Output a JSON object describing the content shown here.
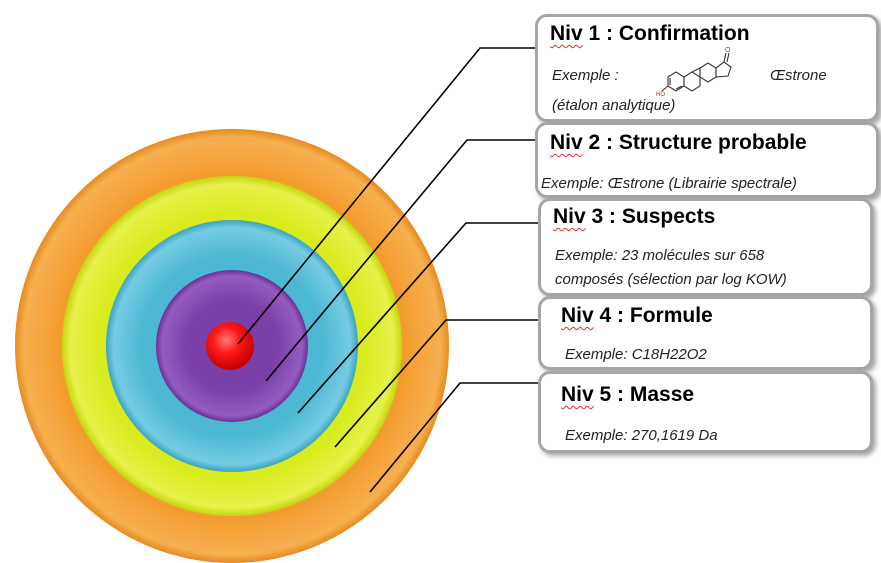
{
  "colors": {
    "level5": "#f39c2e",
    "level4": "#d9ea1f",
    "level3": "#4db8d4",
    "level2": "#7b3fa8",
    "level1": "#ff1a1a",
    "box_border": "#a6a6a6"
  },
  "levels": [
    {
      "niv": "Niv",
      "title_rest": "1 : Confirmation",
      "example_prefix": "Exemple :",
      "compound": "Œstrone",
      "example_line2": "(étalon analytique)",
      "structure_labels": {
        "ketone": "O",
        "hydroxyl": "HO"
      }
    },
    {
      "niv": "Niv",
      "title_rest": "2 : Structure probable",
      "example": "Exemple: Œstrone (Librairie spectrale)"
    },
    {
      "niv": "Niv",
      "title_rest": "3 : Suspects",
      "example_line1": "Exemple: 23 molécules sur 658",
      "example_line2": "composés (sélection par log KOW)"
    },
    {
      "niv": "Niv",
      "title_rest": "4 : Formule",
      "example": "Exemple: C18H22O2"
    },
    {
      "niv": "Niv",
      "title_rest": "5 : Masse",
      "example": "Exemple: 270,1619 Da"
    }
  ]
}
